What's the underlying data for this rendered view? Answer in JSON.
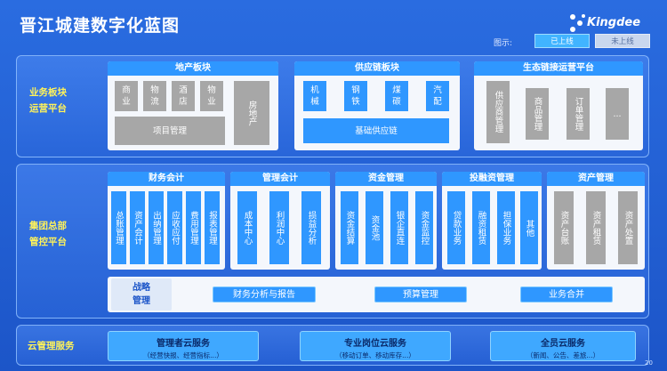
{
  "title": "晋江城建数字化蓝图",
  "logo_text": "Kingdee",
  "legend": {
    "label": "图示:",
    "online": "已上线",
    "offline": "未上线"
  },
  "business": {
    "label_line1": "业务板块",
    "label_line2": "运营平台",
    "real_estate": {
      "title": "地产板块",
      "cells": [
        "商业",
        "物流",
        "酒店",
        "物业"
      ],
      "side": "房地产",
      "bottom": "项目管理"
    },
    "supply": {
      "title": "供应链板块",
      "cells": [
        "机械",
        "钢铁",
        "煤碳",
        "汽配"
      ],
      "bottom": "基础供应链"
    },
    "eco": {
      "title": "生态链接运营平台",
      "cells": [
        "供应商管理",
        "商品管理",
        "订单管理",
        "..."
      ]
    }
  },
  "group": {
    "label_line1": "集团总部",
    "label_line2": "管控平台",
    "modules": [
      {
        "title": "财务会计",
        "cells": [
          "总账管理",
          "资产会计",
          "出纳管理",
          "应收应付",
          "费用管理",
          "报表管理"
        ]
      },
      {
        "title": "管理会计",
        "cells": [
          "成本中心",
          "利润中心",
          "损益分析"
        ]
      },
      {
        "title": "资金管理",
        "cells": [
          "资金结算",
          "资金池",
          "银企直连",
          "资金监控"
        ]
      },
      {
        "title": "投融资管理",
        "cells": [
          "贷款业务",
          "融资租赁",
          "担保业务",
          "其他"
        ]
      },
      {
        "title": "资产管理",
        "cells": [
          "资产台账",
          "资产租赁",
          "资产处置"
        ]
      }
    ],
    "strategy": {
      "label_line1": "战略",
      "label_line2": "管理",
      "items": [
        "财务分析与报告",
        "预算管理",
        "业务合并"
      ]
    }
  },
  "cloud": {
    "label": "云管理服务",
    "services": [
      {
        "title": "管理者云服务",
        "sub": "（经营快报、经营指标...）"
      },
      {
        "title": "专业岗位云服务",
        "sub": "（移动订单、移动库存...）"
      },
      {
        "title": "全员云服务",
        "sub": "（新闻、公告、差旅...）"
      }
    ]
  },
  "page_number": "20",
  "colors": {
    "background": "#1c55c8",
    "module_blue": "#2f97ff",
    "offline_gray": "#a7a7a7",
    "label_yellow": "#fff35a"
  }
}
